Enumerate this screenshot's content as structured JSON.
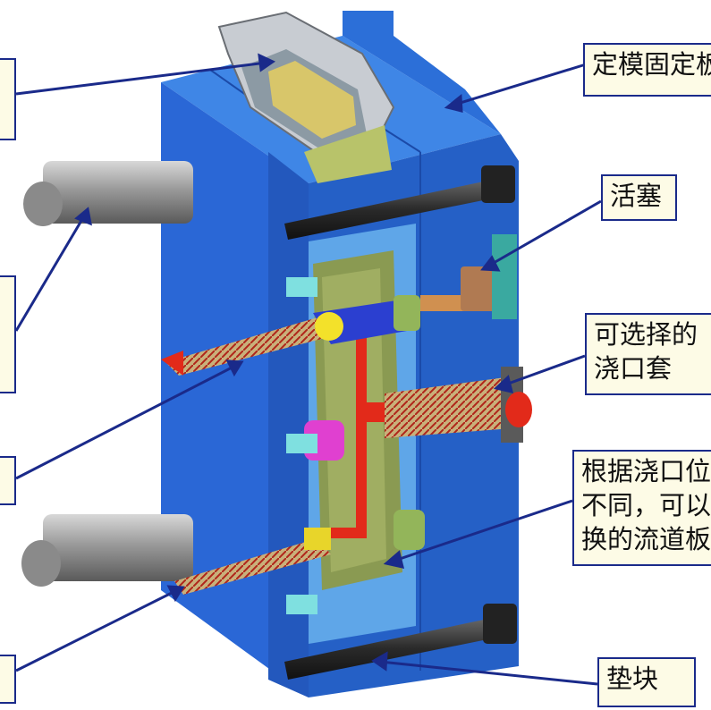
{
  "callouts": {
    "fixed_plate": "定模固定板",
    "piston": "活塞",
    "optional_sprue": [
      "可选择的",
      "浇口套"
    ],
    "runner_plate": [
      "根据浇口位置",
      "不同，可以更",
      "换的流道板"
    ],
    "spacer_block": "垫块"
  },
  "colors": {
    "mold_blue": "#2a67d6",
    "callout_border": "#1a2a8a",
    "callout_fill": "#fdfbe6",
    "hot_runner": "#e22a1a",
    "manifold_green": "#8a9a52"
  }
}
